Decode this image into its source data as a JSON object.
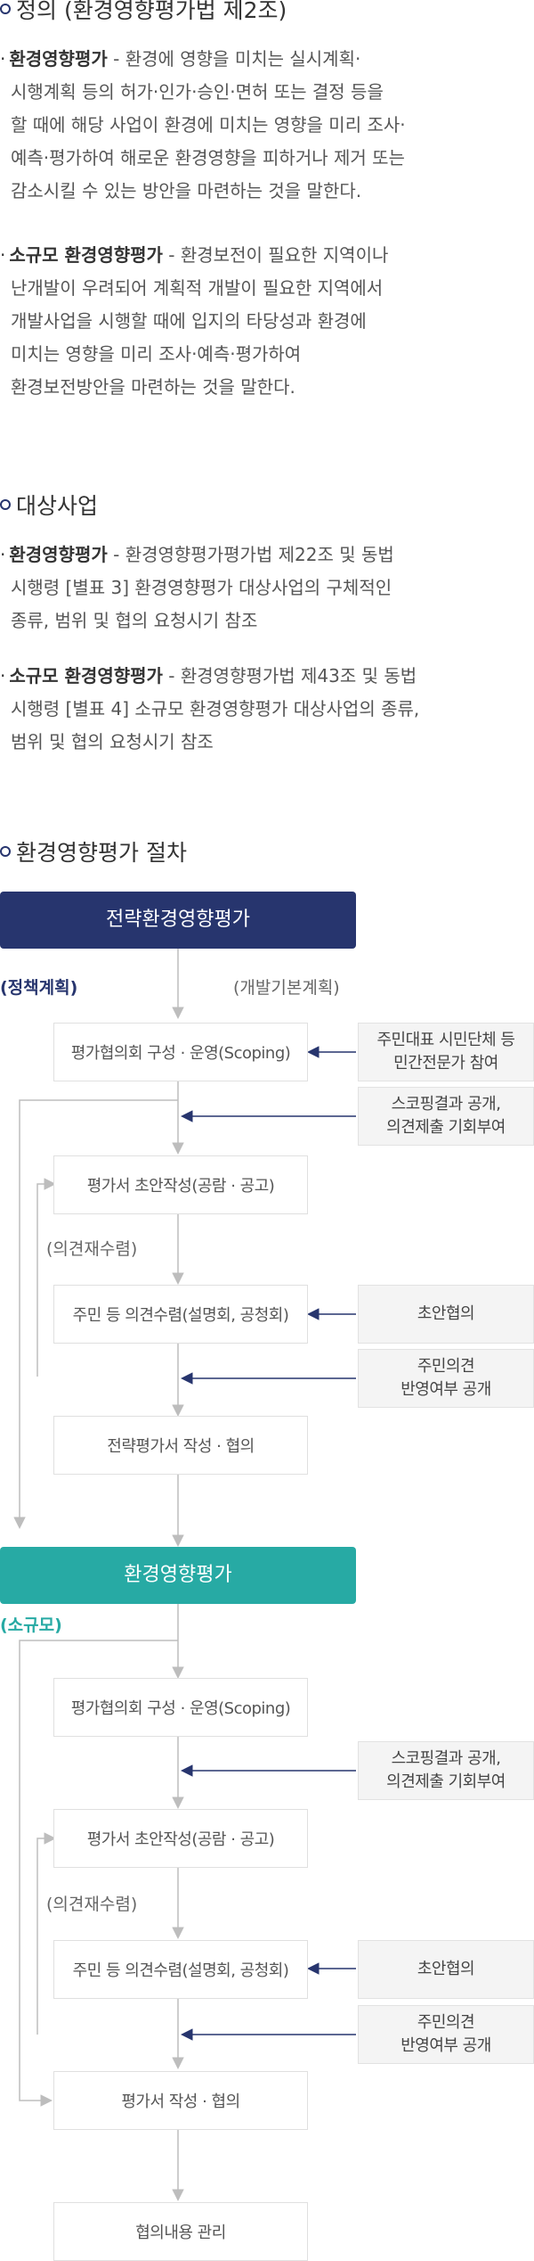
{
  "definition": {
    "title": "정의 (환경영향평가법 제2조)",
    "items": [
      {
        "lead": "환경영향평가",
        "lines": [
          "- 환경에 영향을 미치는 실시계획·",
          "시행계획 등의 허가·인가·승인·면허 또는 결정 등을",
          "할 때에 해당 사업이 환경에 미치는 영향을 미리 조사·",
          "예측·평가하여 해로운 환경영향을 피하거나 제거 또는",
          "감소시킬 수 있는 방안을 마련하는 것을 말한다."
        ]
      },
      {
        "lead": "소규모 환경영향평가",
        "lines": [
          "- 환경보전이 필요한 지역이나",
          "난개발이 우려되어 계획적 개발이 필요한 지역에서",
          "개발사업을 시행할 때에 입지의 타당성과 환경에",
          "미치는 영향을 미리 조사·예측·평가하여",
          "환경보전방안을 마련하는 것을 말한다."
        ]
      }
    ]
  },
  "targets": {
    "title": "대상사업",
    "items": [
      {
        "lead": "환경영향평가",
        "lines": [
          "- 환경영향평가평가법 제22조 및 동법",
          "시행령 [별표 3] 환경영향평가 대상사업의 구체적인",
          "종류, 범위 및 협의 요청시기 참조"
        ]
      },
      {
        "lead": "소규모 환경영향평가",
        "lines": [
          "- 환경영향평가법 제43조 및 동법",
          "시행령 [별표 4] 소규모 환경영향평가 대상사업의 종류,",
          "범위 및 협의 요청시기 참조"
        ]
      }
    ]
  },
  "procedure": {
    "title": "환경영향평가 절차",
    "strategic": {
      "header": "전략환경영향평가",
      "label_policy": "(정책계획)",
      "label_dev": "(개발기본계획)",
      "step_scoping": "평가협의회 구성 · 운영(Scoping)",
      "note_participation": [
        "주민대표 시민단체 등",
        "민간전문가 참여"
      ],
      "note_scoping_open": [
        "스코핑결과 공개,",
        "의견제출 기회부여"
      ],
      "step_draft": "평가서 초안작성(공람 · 공고)",
      "label_recollect": "(의견재수렴)",
      "step_opinion": "주민 등 의견수렴(설명회, 공청회)",
      "note_draft_consult": "초안협의",
      "note_reflect": [
        "주민의견",
        "반영여부 공개"
      ],
      "step_final": "전략평가서 작성 · 협의"
    },
    "eia": {
      "header": "환경영향평가",
      "label_small": "(소규모)",
      "step_scoping": "평가협의회 구성 · 운영(Scoping)",
      "note_scoping_open": [
        "스코핑결과 공개,",
        "의견제출 기회부여"
      ],
      "step_draft": "평가서 초안작성(공람 · 공고)",
      "label_recollect": "(의견재수렴)",
      "step_opinion": "주민 등 의견수렴(설명회, 공청회)",
      "note_draft_consult": "초안협의",
      "note_reflect": [
        "주민의견",
        "반영여부 공개"
      ],
      "step_final": "평가서 작성 · 협의",
      "step_manage": "협의내용 관리"
    }
  },
  "colors": {
    "navy": "#27356e",
    "teal": "#27aaa4",
    "line": "#bdbdbd"
  }
}
